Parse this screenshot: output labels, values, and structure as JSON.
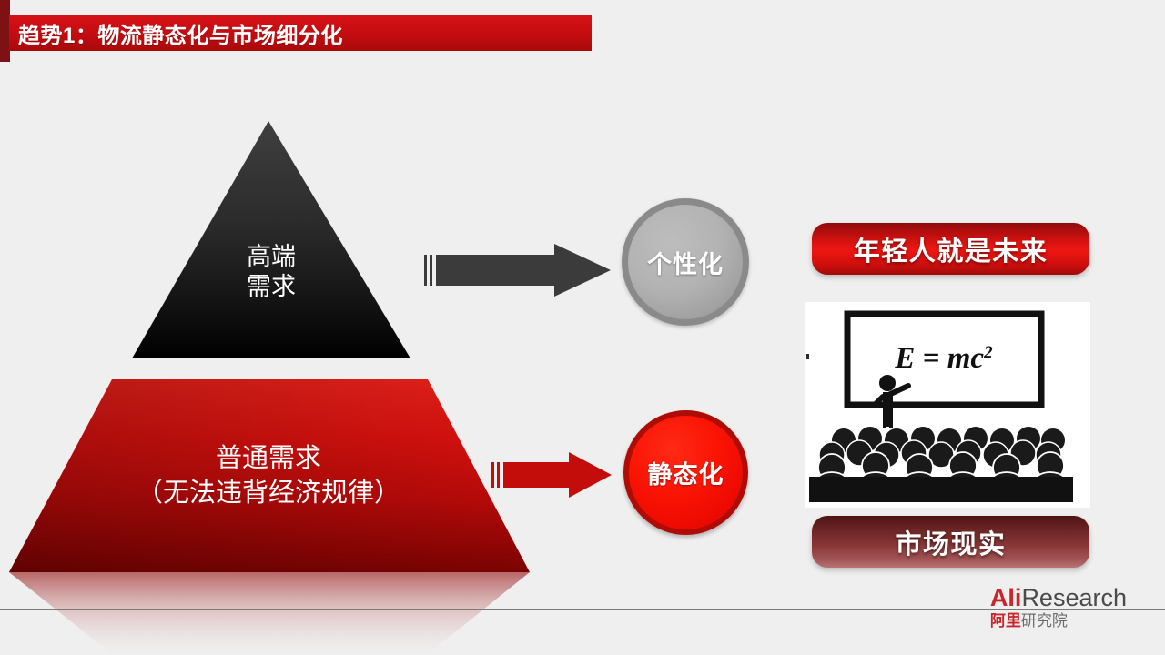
{
  "slide": {
    "background_color": "#efefef",
    "title": "趋势1：物流静态化与市场细分化",
    "accent_color": "#7d1113",
    "title_bar_color": "#c70d11"
  },
  "pyramid": {
    "top": {
      "label_line1": "高端",
      "label_line2": "需求",
      "fill_top_color": "#3c3c3c",
      "fill_bottom_color": "#000000"
    },
    "base": {
      "label_line1": "普通需求",
      "label_line2": "（无法违背经济规律）",
      "fill_top_color": "#e01a16",
      "fill_bottom_color": "#7e0403"
    }
  },
  "arrows": [
    {
      "name": "arrow-to-personalization",
      "color": "#3b3b3b"
    },
    {
      "name": "arrow-to-staticization",
      "color": "#c30d0b"
    }
  ],
  "circles": [
    {
      "name": "personalization",
      "label": "个性化",
      "fill": "#b2b2b2",
      "ring": "#8a8a8a"
    },
    {
      "name": "staticization",
      "label": "静态化",
      "fill": "#f01202",
      "ring": "#b00c06"
    }
  ],
  "pills": [
    {
      "name": "youth-future",
      "label": "年轻人就是未来",
      "fill": "#ef1612"
    },
    {
      "name": "market-reality",
      "label": "市场现实",
      "fill": "#8a3636"
    }
  ],
  "illustration": {
    "name": "lecture-hall-illustration",
    "board_equation": "E = mc",
    "board_exponent": "2",
    "audience_rows": 3,
    "back_row_heads": 9,
    "middle_row_heads": 8,
    "front_row_figures": 6
  },
  "footer": {
    "logo_ali": "Ali",
    "logo_research": "Research",
    "logo_cn_ali": "阿里",
    "logo_cn_research": "研究院",
    "rule_color": "#7a7a7a"
  }
}
